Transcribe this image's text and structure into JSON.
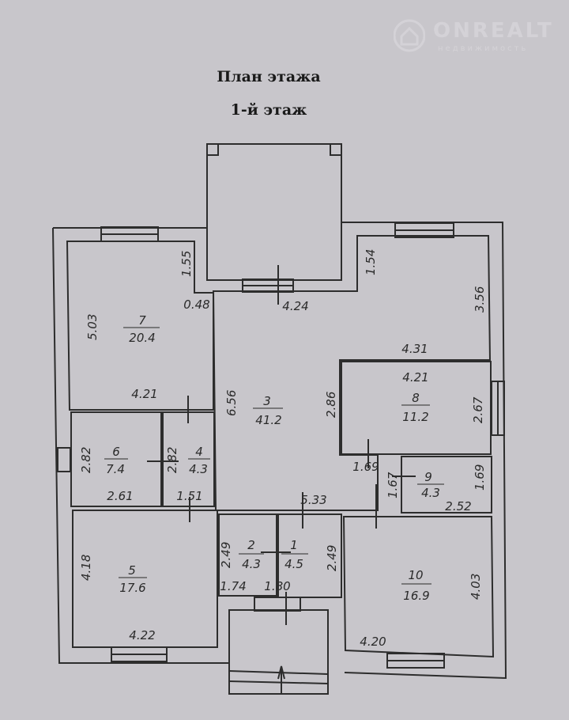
{
  "header": {
    "title": "План этажа",
    "floor": "1-й этаж"
  },
  "watermark": {
    "brand": "ONREALT",
    "subtitle": "недвижимость"
  },
  "rooms": [
    {
      "number": "1",
      "area": "4.5"
    },
    {
      "number": "2",
      "area": "4.3"
    },
    {
      "number": "3",
      "area": "41.2"
    },
    {
      "number": "4",
      "area": "4.3"
    },
    {
      "number": "5",
      "area": "17.6"
    },
    {
      "number": "6",
      "area": "7.4"
    },
    {
      "number": "7",
      "area": "20.4"
    },
    {
      "number": "8",
      "area": "11.2"
    },
    {
      "number": "9",
      "area": "4.3"
    },
    {
      "number": "10",
      "area": "16.9"
    }
  ],
  "dimensions": {
    "r7_h": "5.03",
    "r7_w": "4.21",
    "r7_notch_h": "1.55",
    "r7_notch_w": "0.48",
    "porch_w": "4.24",
    "r3_h": "6.56",
    "r3_w": "5.33",
    "r3_mid": "2.86",
    "ne_notch": "1.54",
    "ne_h": "3.56",
    "ne_w": "4.31",
    "r8_w": "4.21",
    "r8_h": "2.67",
    "r8_door": "1.69",
    "r9_h": "1.69",
    "r9_w": "2.52",
    "hall_h": "1.67",
    "r6_h": "2.82",
    "r6_w": "2.61",
    "r4_h": "2.82",
    "r4_w": "1.51",
    "r5_h": "4.18",
    "r5_w": "4.22",
    "r2_h": "2.49",
    "r2_w": "1.74",
    "r1_h": "2.49",
    "r1_w": "1.80",
    "r10_h": "4.03",
    "r10_w": "4.20"
  }
}
